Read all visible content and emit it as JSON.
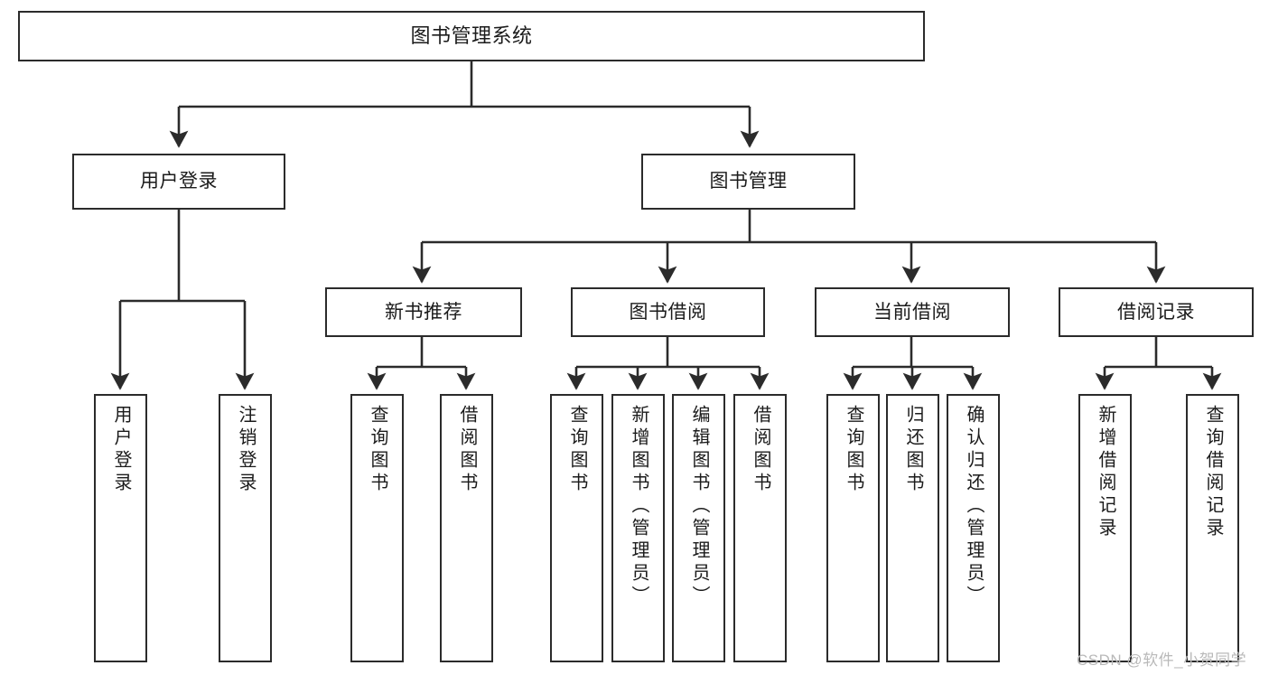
{
  "diagram": {
    "title": "图书管理系统",
    "type": "hierarchy-tree",
    "colors": {
      "box_border": "#2b2b2b",
      "box_fill": "#ffffff",
      "connector": "#2b2b2b",
      "text": "#1b1b1b",
      "watermark": "#b9b9b9",
      "background": "#ffffff"
    },
    "nodes": {
      "root": {
        "label": "图书管理系统"
      },
      "level2": [
        {
          "label": "用户登录"
        },
        {
          "label": "图书管理"
        }
      ],
      "level3": [
        {
          "label": "新书推荐"
        },
        {
          "label": "图书借阅"
        },
        {
          "label": "当前借阅"
        },
        {
          "label": "借阅记录"
        }
      ],
      "leaves": {
        "user_login": [
          {
            "label": "用户登录"
          },
          {
            "label": "注销登录"
          }
        ],
        "new_book_recommend": [
          {
            "label": "查询图书"
          },
          {
            "label": "借阅图书"
          }
        ],
        "book_borrow": [
          {
            "label": "查询图书"
          },
          {
            "label": "新增图书（管理员）"
          },
          {
            "label": "编辑图书（管理员）"
          },
          {
            "label": "借阅图书"
          }
        ],
        "current_borrow": [
          {
            "label": "查询图书"
          },
          {
            "label": "归还图书"
          },
          {
            "label": "确认归还（管理员）"
          }
        ],
        "borrow_record": [
          {
            "label": "新增借阅记录"
          },
          {
            "label": "查询借阅记录"
          }
        ]
      }
    },
    "watermark": {
      "text": "CSDN @软件_小贺同学"
    }
  }
}
